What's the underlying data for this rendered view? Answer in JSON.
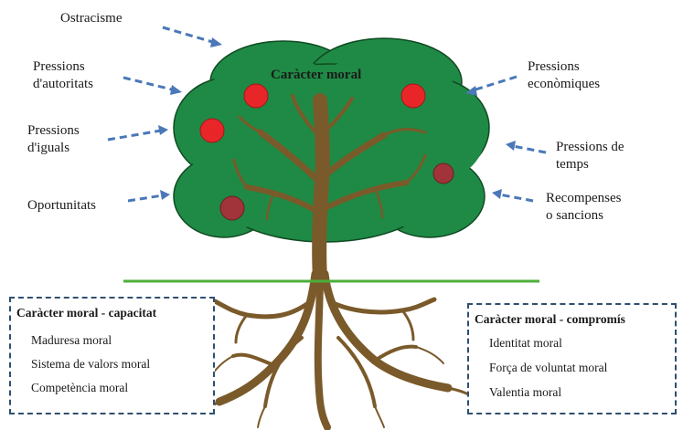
{
  "tree_title": "Caràcter moral",
  "pressures": [
    {
      "id": "ostracisme",
      "lines": [
        "Ostracisme"
      ]
    },
    {
      "id": "autoritats",
      "lines": [
        "Pressions",
        "d'autoritats"
      ]
    },
    {
      "id": "iguals",
      "lines": [
        "Pressions",
        "d'iguals"
      ]
    },
    {
      "id": "oportunitats",
      "lines": [
        "Oportunitats"
      ]
    },
    {
      "id": "economiques",
      "lines": [
        "Pressions",
        "econòmiques"
      ]
    },
    {
      "id": "temps",
      "lines": [
        "Pressions de",
        "temps"
      ]
    },
    {
      "id": "recompenses",
      "lines": [
        "Recompenses",
        "o sancions"
      ]
    }
  ],
  "capacitat_box": {
    "title": "Caràcter moral - capacitat",
    "items": [
      "Maduresa moral",
      "Sistema de valors moral",
      "Competència moral"
    ]
  },
  "compromis_box": {
    "title": "Caràcter moral - compromís",
    "items": [
      "Identitat moral",
      "Força de voluntat moral",
      "Valentia moral"
    ]
  },
  "colors": {
    "foliage": "#1f8a45",
    "foliage_outline": "#0f4a22",
    "trunk": "#7a5a2a",
    "ground": "#4caf3a",
    "arrow": "#4a78b8",
    "fruit_bright": "#e8262a",
    "fruit_dark": "#a0343a",
    "box_border": "#2f4f6f"
  }
}
